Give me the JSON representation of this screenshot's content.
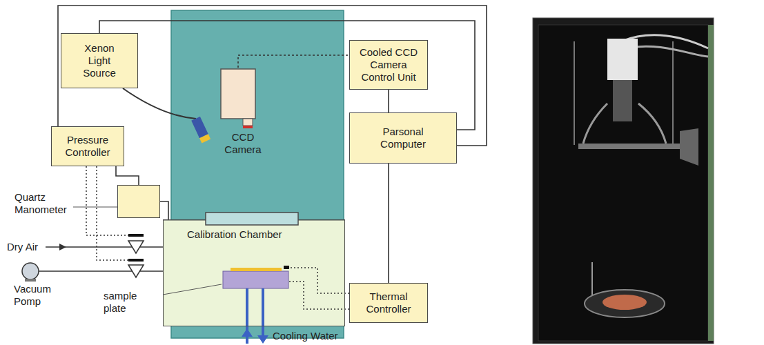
{
  "diagram": {
    "nodes": [
      {
        "text": [
          "Xenon Light Source"
        ]
      },
      {
        "text": [
          "Cooled CCD Camera Control Unit"
        ]
      },
      {
        "text": [
          "Pressure Controller"
        ]
      },
      {
        "text": [
          "CCD Camera"
        ]
      },
      {
        "text": [
          "Parsonal Computer"
        ]
      },
      {
        "text": [
          "Quartz Manometer"
        ]
      },
      {
        "text": [
          "Calibration Chamber"
        ]
      },
      {
        "text": [
          "Thermal Controller"
        ]
      }
    ],
    "edges": [
      {
        "from": 0,
        "to": 4,
        "arrow": "none"
      },
      {
        "from": 2,
        "to": 4,
        "arrow": "none"
      },
      {
        "from": 1,
        "to": 4,
        "arrow": "none"
      },
      {
        "from": 4,
        "to": 7,
        "arrow": "none"
      },
      {
        "from": 3,
        "to": 1,
        "arrow": "none"
      },
      {
        "from": 2,
        "to": 5,
        "arrow": "none"
      },
      {
        "from": 5,
        "to": 6,
        "arrow": "none"
      }
    ],
    "labels": [
      "Dry Air",
      "Vacuum Pomp",
      "sample plate",
      "Cooling Water"
    ]
  }
}
